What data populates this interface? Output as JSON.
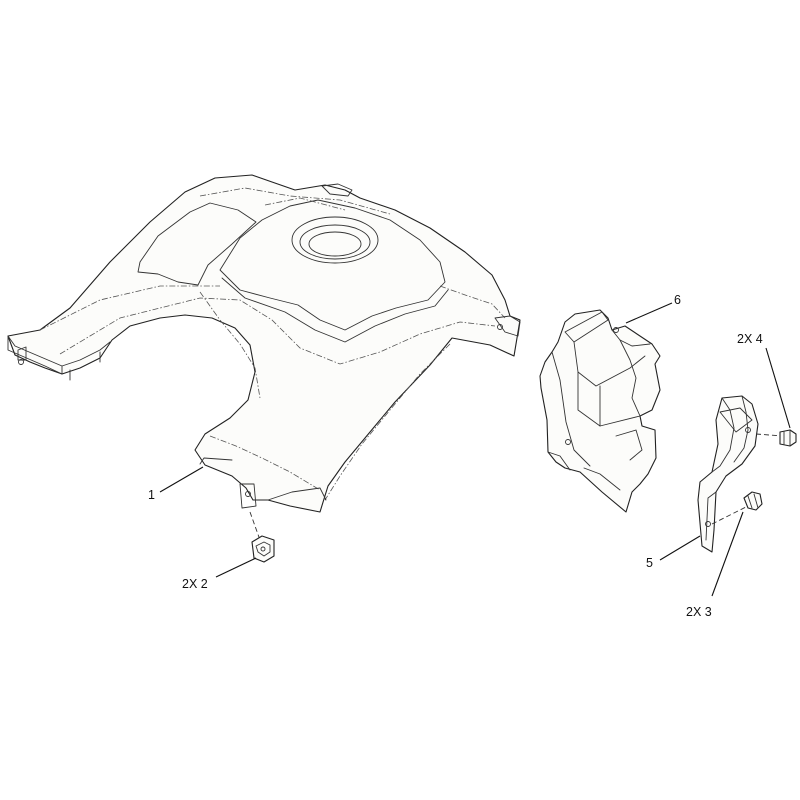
{
  "callouts": {
    "c1": "1",
    "c2": "2X 2",
    "c3": "2X 3",
    "c4": "2X 4",
    "c5": "5",
    "c6": "6"
  }
}
